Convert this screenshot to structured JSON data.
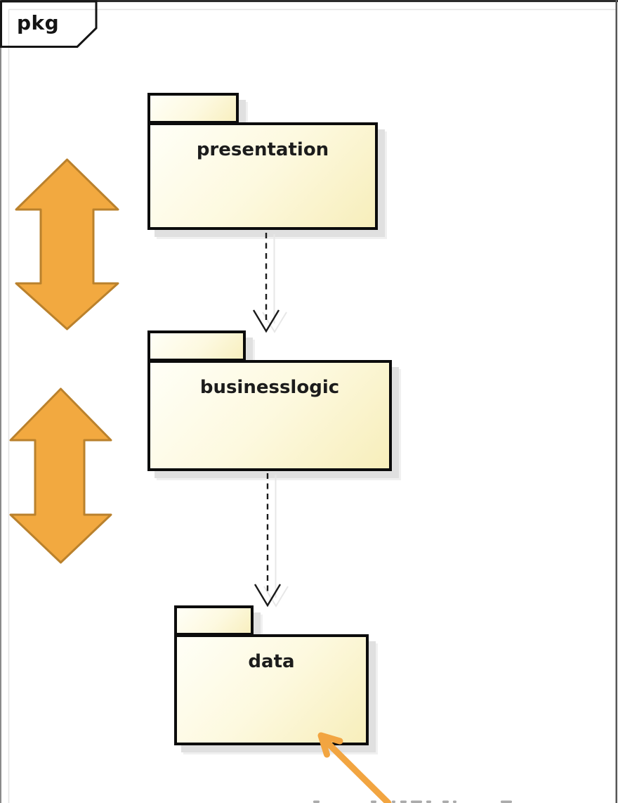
{
  "diagram": {
    "type": "uml-package-diagram",
    "frame": {
      "kind_label": "pkg"
    },
    "packages": [
      {
        "id": "presentation",
        "label": "presentation"
      },
      {
        "id": "businesslogic",
        "label": "businesslogic"
      },
      {
        "id": "data",
        "label": "data"
      }
    ],
    "dependencies": [
      {
        "from": "presentation",
        "to": "businesslogic",
        "line": "dashed",
        "arrowhead": "open"
      },
      {
        "from": "businesslogic",
        "to": "data",
        "line": "dashed",
        "arrowhead": "open"
      }
    ],
    "annotations": {
      "double_arrows": [
        {
          "between": [
            "presentation",
            "businesslogic"
          ],
          "orientation": "vertical"
        },
        {
          "between": [
            "businesslogic",
            "data"
          ],
          "orientation": "vertical"
        }
      ],
      "pointer_arrow": {
        "points_at": "data",
        "direction": "up-left"
      }
    },
    "colors": {
      "package_fill_light": "#fffff7",
      "package_fill_dark": "#f7eebb",
      "package_border": "#0c0c0c",
      "dependency_line": "#1a1a1a",
      "annotation_fill": "#f2a940",
      "annotation_border": "#ba812c",
      "pointer_orange": "#f2a541",
      "frame_border": "#2b2b2b",
      "shadow": "#e0e0e0"
    }
  }
}
